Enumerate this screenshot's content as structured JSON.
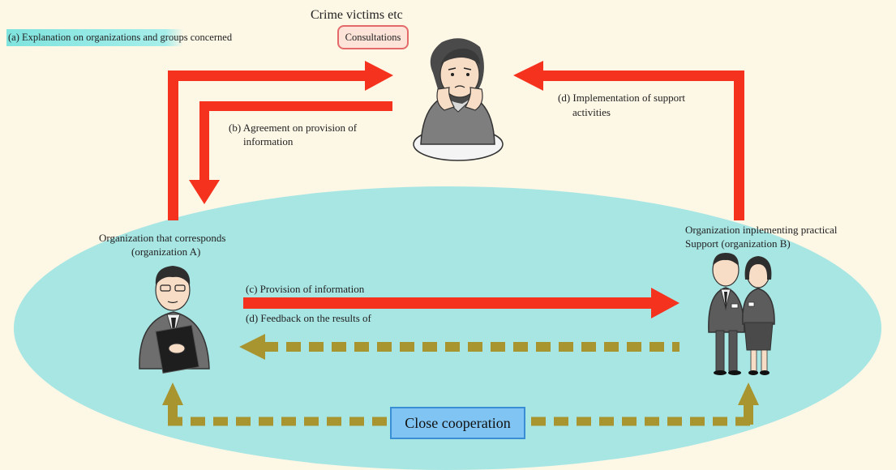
{
  "title": "Crime victims etc",
  "bubble": "Consultations",
  "note_a": "(a) Explanation on organizations and groups concerned",
  "label_b_line1": "(b) Agreement on provision of",
  "label_b_line2": "information",
  "label_d_top_line1": "(d) Implementation of support",
  "label_d_top_line2": "activities",
  "org_a_line1": "Organization that corresponds",
  "org_a_line2": "(organization A)",
  "org_b_line1": "Organization inplementing practical",
  "org_b_line2": "Support (organization B)",
  "label_c": "(c) Provision of information",
  "label_d_feedback": "(d) Feedback on the results of",
  "cooperation": "Close cooperation",
  "colors": {
    "background": "#fdf7e6",
    "ellipse": "#a8e6e4",
    "red_arrow": "#f5321e",
    "olive_arrow": "#a89530",
    "box": "#7fc4f2"
  },
  "icons": [
    "victim-icon",
    "organization-a-person-icon",
    "organization-b-people-icon"
  ]
}
